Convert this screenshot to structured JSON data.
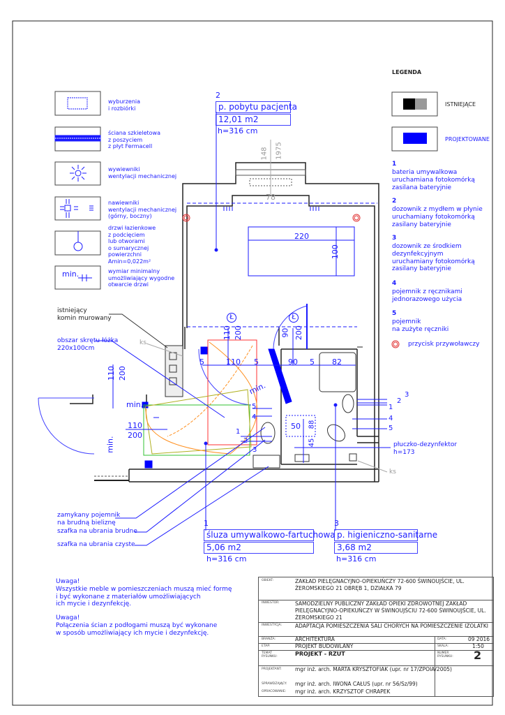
{
  "legend_title": "LEGENDA",
  "legend_left": [
    {
      "icon": "demolition-hatch",
      "text": "wyburzenia\ni rozbiórki"
    },
    {
      "icon": "frame-wall",
      "text": "ściana szkieletowa\nz poszyciem\nz płyt Fermacell"
    },
    {
      "icon": "exhaust-vent",
      "text": "wywiewniki\nwentylacji mechanicznej"
    },
    {
      "icon": "supply-vent",
      "text": "nawiewniki\nwentylacji mechanicznej\n(górny, boczny)"
    },
    {
      "icon": "door-undercut",
      "text": "drzwi łazienkowe\nz podcięciem\nlub otworami\no sumarycznej\npowierzchni\nAmin=0,022m²"
    },
    {
      "icon": "min-dimension",
      "icon_text": "min.",
      "text": "wymiar minimalny\numożliwiający wygodne\notwarcie drzwi"
    }
  ],
  "legend_right": {
    "existing": "ISTNIEJĄCE",
    "designed": "PROJEKTOWANE",
    "items": [
      {
        "num": "1",
        "text": "bateria umywalkowa\nuruchamiana fotokomórką\nzasilana bateryjnie"
      },
      {
        "num": "2",
        "text": "dozownik z mydłem w płynie\nuruchamiany fotokomórką\nzasilany bateryjnie"
      },
      {
        "num": "3",
        "text": "dozownik ze środkiem\ndezynfekcyjnym\nuruchamiany fotokomórką\nzasilany bateryjnie"
      },
      {
        "num": "4",
        "text": "pojemnik z ręcznikami\njednorazowego użycia"
      },
      {
        "num": "5",
        "text": "pojemnik\nna zużyte ręczniki"
      }
    ],
    "call_button": "przycisk przywoławczy"
  },
  "colors": {
    "designed": "#0000ff",
    "existing": "#000000",
    "existing_grey": "#999999",
    "call": "#e03030"
  },
  "rooms": [
    {
      "num": "2",
      "name": "p. pobytu pacjenta",
      "area": "12,01 m2",
      "height": "h=316 cm"
    },
    {
      "num": "1",
      "name": "śluza umywalkowo-fartuchowa",
      "area": "5,06 m2",
      "height": "h=316 cm"
    },
    {
      "num": "3",
      "name": "p. higieniczno-sanitarne",
      "area": "3,68 m2",
      "height": "h=316 cm"
    }
  ],
  "annotations": {
    "chimney": "istniejący\nkomin murowany",
    "bed_turn": "obszar skrętu łóżka\n220x100cm",
    "laundry": "zamykany pojemnik\nna brudną bieliznę",
    "dirty": "szafka na ubrania brudne",
    "clean": "szafka na ubrania czyste",
    "washer": "płuczko-dezynfektor\nh=173",
    "ks": "ks"
  },
  "dims": {
    "d148": "148",
    "d1975": "1975",
    "d78": "78",
    "d220": "220",
    "d100": "100",
    "d110": "110",
    "d200": "200",
    "d90": "90",
    "d5": "5",
    "d82": "82",
    "d50": "50",
    "d88": "88",
    "d45": "45",
    "min": "min.",
    "L": "Ł",
    "bath_nums": [
      "3",
      "2",
      "1",
      "4",
      "5"
    ],
    "lock_nums": [
      "5",
      "4",
      "1",
      "2",
      "3"
    ]
  },
  "notes": [
    "Uwaga!\nWszystkie meble w pomieszczeniach muszą mieć formę\ni być wykonane z materiałów umożliwiających\nich mycie i dezynfekcję.",
    "Uwaga!\nPołączenia ścian z podłogami muszą być wykonane\nw sposób umożliwiający ich mycie i dezynfekcję."
  ],
  "title_block": {
    "obiekt_cap": "OBIEKT:",
    "obiekt": "ZAKŁAD PIELĘGNACYJNO-OPIEKUŃCZY\n72-600 ŚWINOUJŚCIE, UL. ŻEROMSKIEGO 21\nOBRĘB 1, DZIAŁKA 79",
    "inwestor_cap": "INWESTOR:",
    "inwestor": "SAMODZIELNY PUBLICZNY ZAKŁAD OPIEKI ZDROWOTNEJ\nZAKŁAD PIELĘGNACYJNO-OPIEKUŃCZY W ŚWINOUJŚCIU\n72-600 ŚWINOUJŚCIE, UL. ŻEROMSKIEGO 21",
    "inwestycja_cap": "INWESTYCJA:",
    "inwestycja": "ADAPTACJA POMIESZCZENIA SALI CHORYCH NA POMIESZCZENIE IZOLATKI",
    "branza_cap": "BRANŻA:",
    "branza": "ARCHITEKTURA",
    "etap_cap": "ETAP:",
    "etap": "PROJEKT BUDOWLANY",
    "temat_cap": "TEMAT\nRYSUNKU:",
    "temat": "PROJEKT - RZUT",
    "data_cap": "DATA:",
    "data": "09 2016",
    "skala_cap": "SKALA:",
    "skala": "1:50",
    "numer_cap": "NUMER\nRYSUNKU:",
    "numer": "2",
    "projektant_cap": "PROJEKTANT:",
    "projektant": "mgr inż. arch. MARTA KRYSZTOFIAK\n(upr. nr 17/ZPOIA/2005)",
    "sprawdzajacy_cap": "SPRAWDZAJĄCY:",
    "sprawdzajacy": "mgr inż. arch. IWONA CAŁUS (upr. nr 56/Sz/99)",
    "opracowanie_cap": "OPRACOWANIE:",
    "opracowanie": "mgr inż. arch. KRZYSZTOF CHRAPEK"
  }
}
